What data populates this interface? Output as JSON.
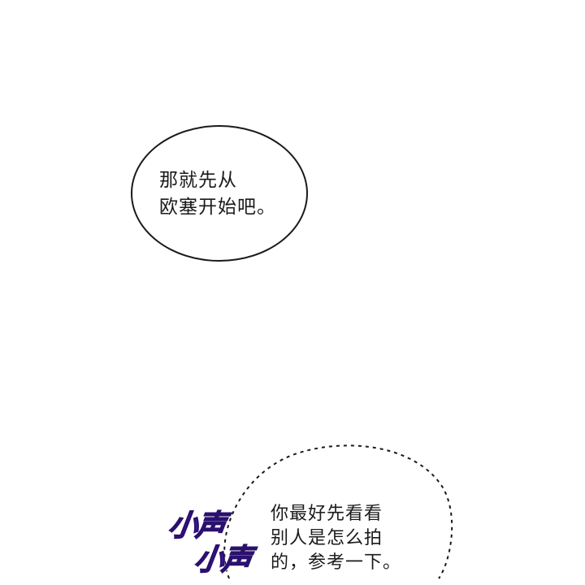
{
  "speech_bubble_1": {
    "lines": [
      "那就先从",
      "欧塞开始吧。"
    ]
  },
  "speech_bubble_2": {
    "lines": [
      "你最好先看看",
      "别人是怎么拍",
      "的，参考一下。"
    ]
  },
  "sound_effects": [
    "小声",
    "小声"
  ],
  "colors": {
    "background": "#ffffff",
    "bubble_border": "#1a1a1a",
    "sfx_fill": "#5a2bd6"
  }
}
